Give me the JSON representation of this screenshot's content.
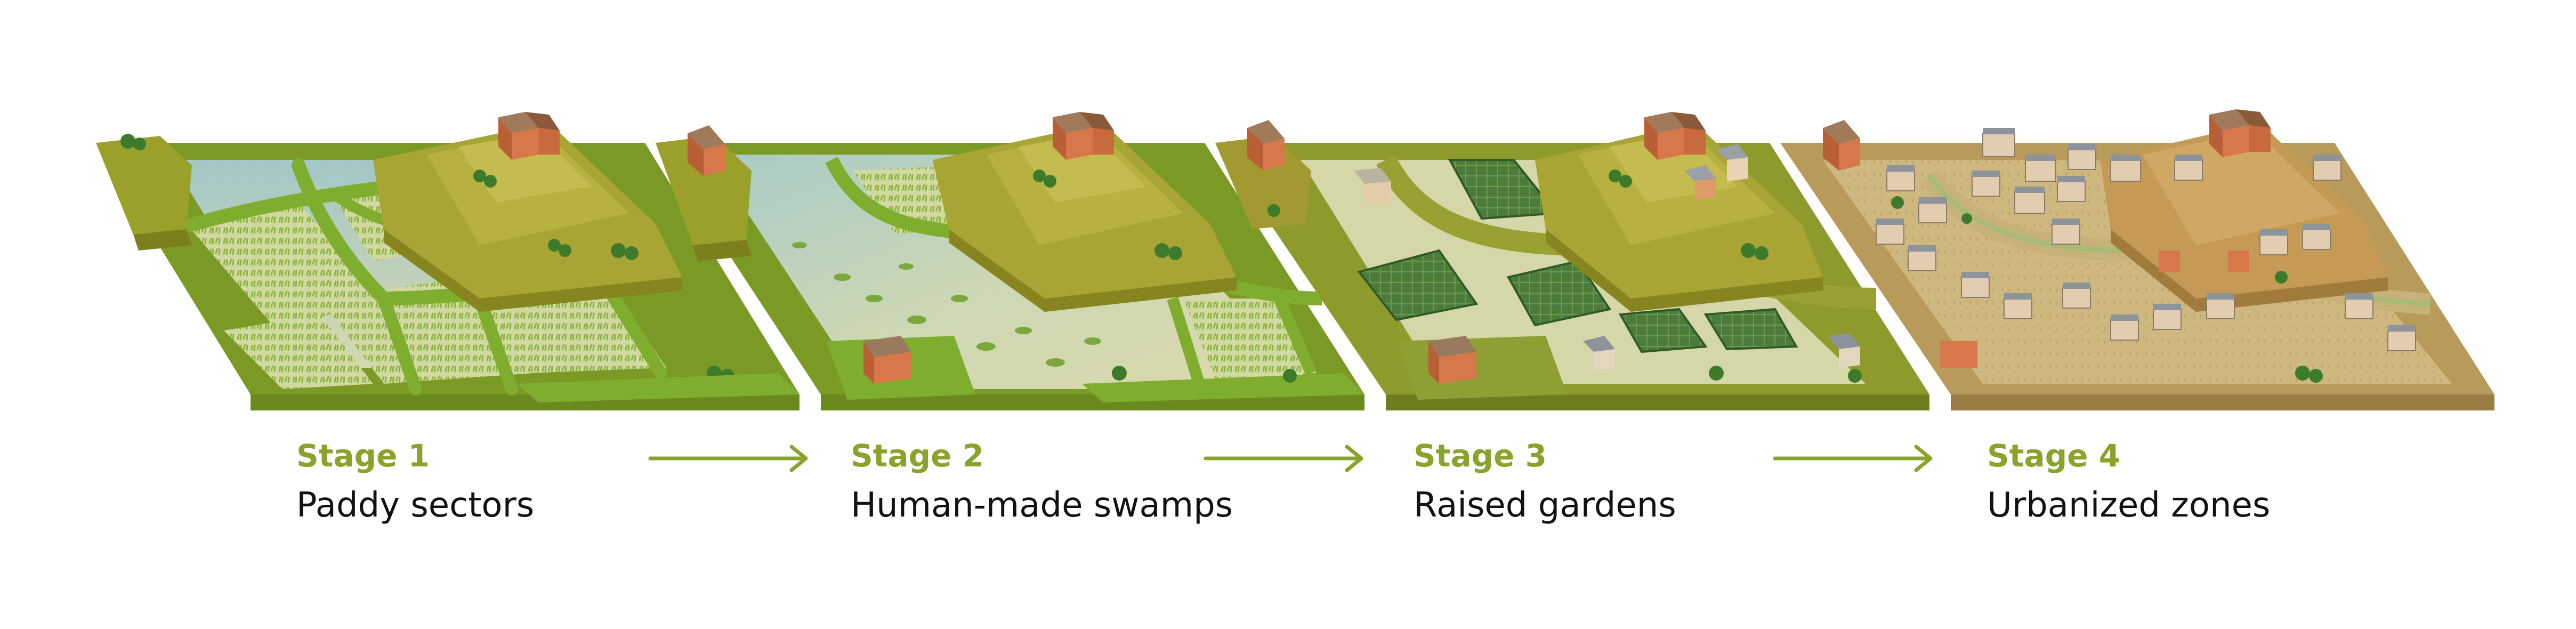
{
  "stages": [
    {
      "label": "Stage 1",
      "name": "Paddy sectors"
    },
    {
      "label": "Stage 2",
      "name": "Human-made swamps"
    },
    {
      "label": "Stage 3",
      "name": "Raised gardens"
    },
    {
      "label": "Stage 4",
      "name": "Urbanized zones"
    }
  ],
  "colors": {
    "label_green": "#8aa42b",
    "arrow_green": "#8aa42b",
    "paddy_green": "#84ad32",
    "swamp_teal": "#a8cbc4",
    "hill_olive": "#9a9a2e",
    "garden_dark": "#4c7a3a",
    "urban_ochre": "#c3a05c",
    "roof_brown": "#8a5a3a",
    "wall_orange": "#d8774a"
  },
  "icons": [
    "right-arrow-icon",
    "house-icon",
    "tree-icon"
  ]
}
